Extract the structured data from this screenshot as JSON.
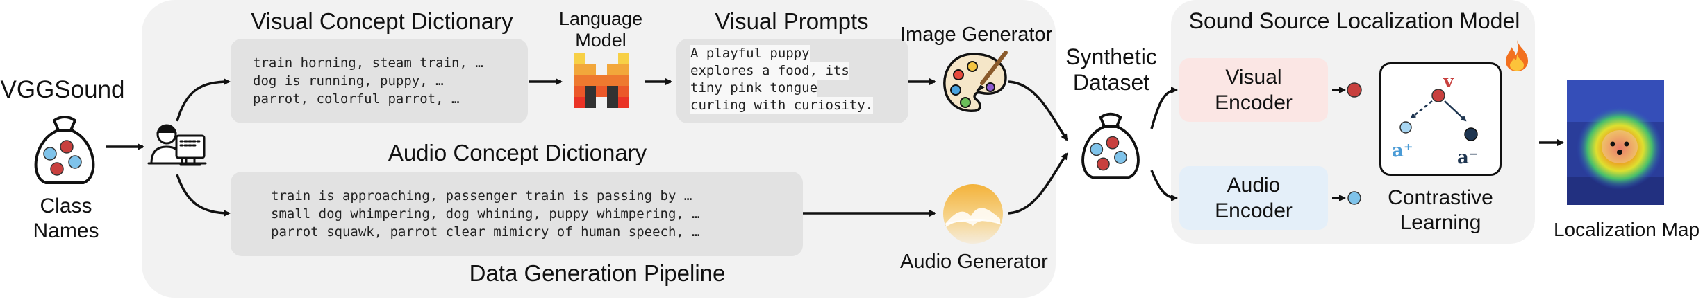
{
  "left": {
    "title": "VGGSound",
    "caption_line1": "Class",
    "caption_line2": "Names"
  },
  "visual_dict": {
    "title": "Visual Concept Dictionary",
    "lines": [
      "train horning, steam train, …",
      "dog is running, puppy, …",
      "parrot, colorful parrot, …"
    ]
  },
  "language_model": {
    "line1": "Language",
    "line2": "Model"
  },
  "visual_prompts": {
    "title": "Visual Prompts",
    "lines": [
      "A playful puppy",
      "explores a food, its",
      "tiny pink tongue",
      "curling with curiosity."
    ]
  },
  "image_generator": {
    "label": "Image Generator"
  },
  "audio_dict": {
    "title": "Audio Concept Dictionary",
    "lines": [
      "train is approaching, passenger train is passing by …",
      "small dog whimpering, dog whining, puppy whimpering, …",
      "parrot squawk, parrot clear mimicry of human speech, …"
    ]
  },
  "audio_generator": {
    "label": "Audio Generator"
  },
  "pipeline": {
    "label": "Data Generation Pipeline"
  },
  "synthetic": {
    "line1": "Synthetic",
    "line2": "Dataset"
  },
  "model": {
    "title": "Sound Source Localization Model",
    "visual_encoder": {
      "line1": "Visual",
      "line2": "Encoder"
    },
    "audio_encoder": {
      "line1": "Audio",
      "line2": "Encoder"
    },
    "contrastive": {
      "line1": "Contrastive",
      "line2": "Learning",
      "v": "v",
      "a_pos": "a⁺",
      "a_neg": "a⁻"
    }
  },
  "output": {
    "label": "Localization Map"
  },
  "colors": {
    "panel": "#f2f2f2",
    "codebox": "#e2e2e2",
    "visual_encoder": "#fbe6e4",
    "audio_encoder": "#e4eff9",
    "red_dot": "#c8403e",
    "blue_dot": "#7fc3ea",
    "navy": "#1e3550",
    "arrow": "#111111"
  }
}
